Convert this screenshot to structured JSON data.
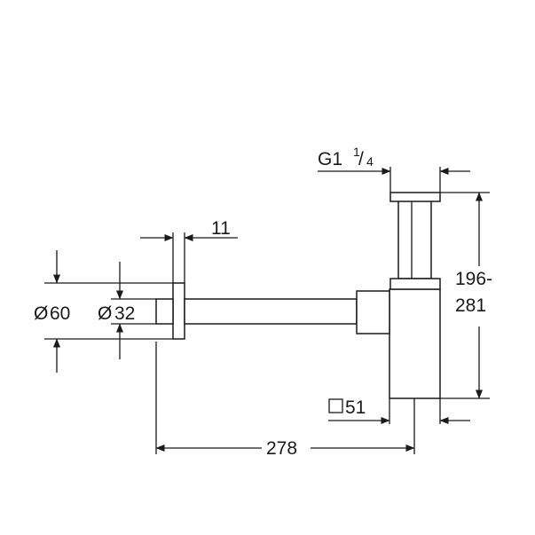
{
  "drawing": {
    "thread_label_main": "G1",
    "thread_label_num": "1",
    "thread_label_sep": "/",
    "thread_label_den": "4",
    "height_label_line1": "196-",
    "height_label_line2": "281",
    "square_label": "51",
    "length_label": "278",
    "flange_thickness_label": "11",
    "outer_diameter_label": "60",
    "pipe_diameter_label": "32",
    "diameter_symbol": "Ø"
  }
}
